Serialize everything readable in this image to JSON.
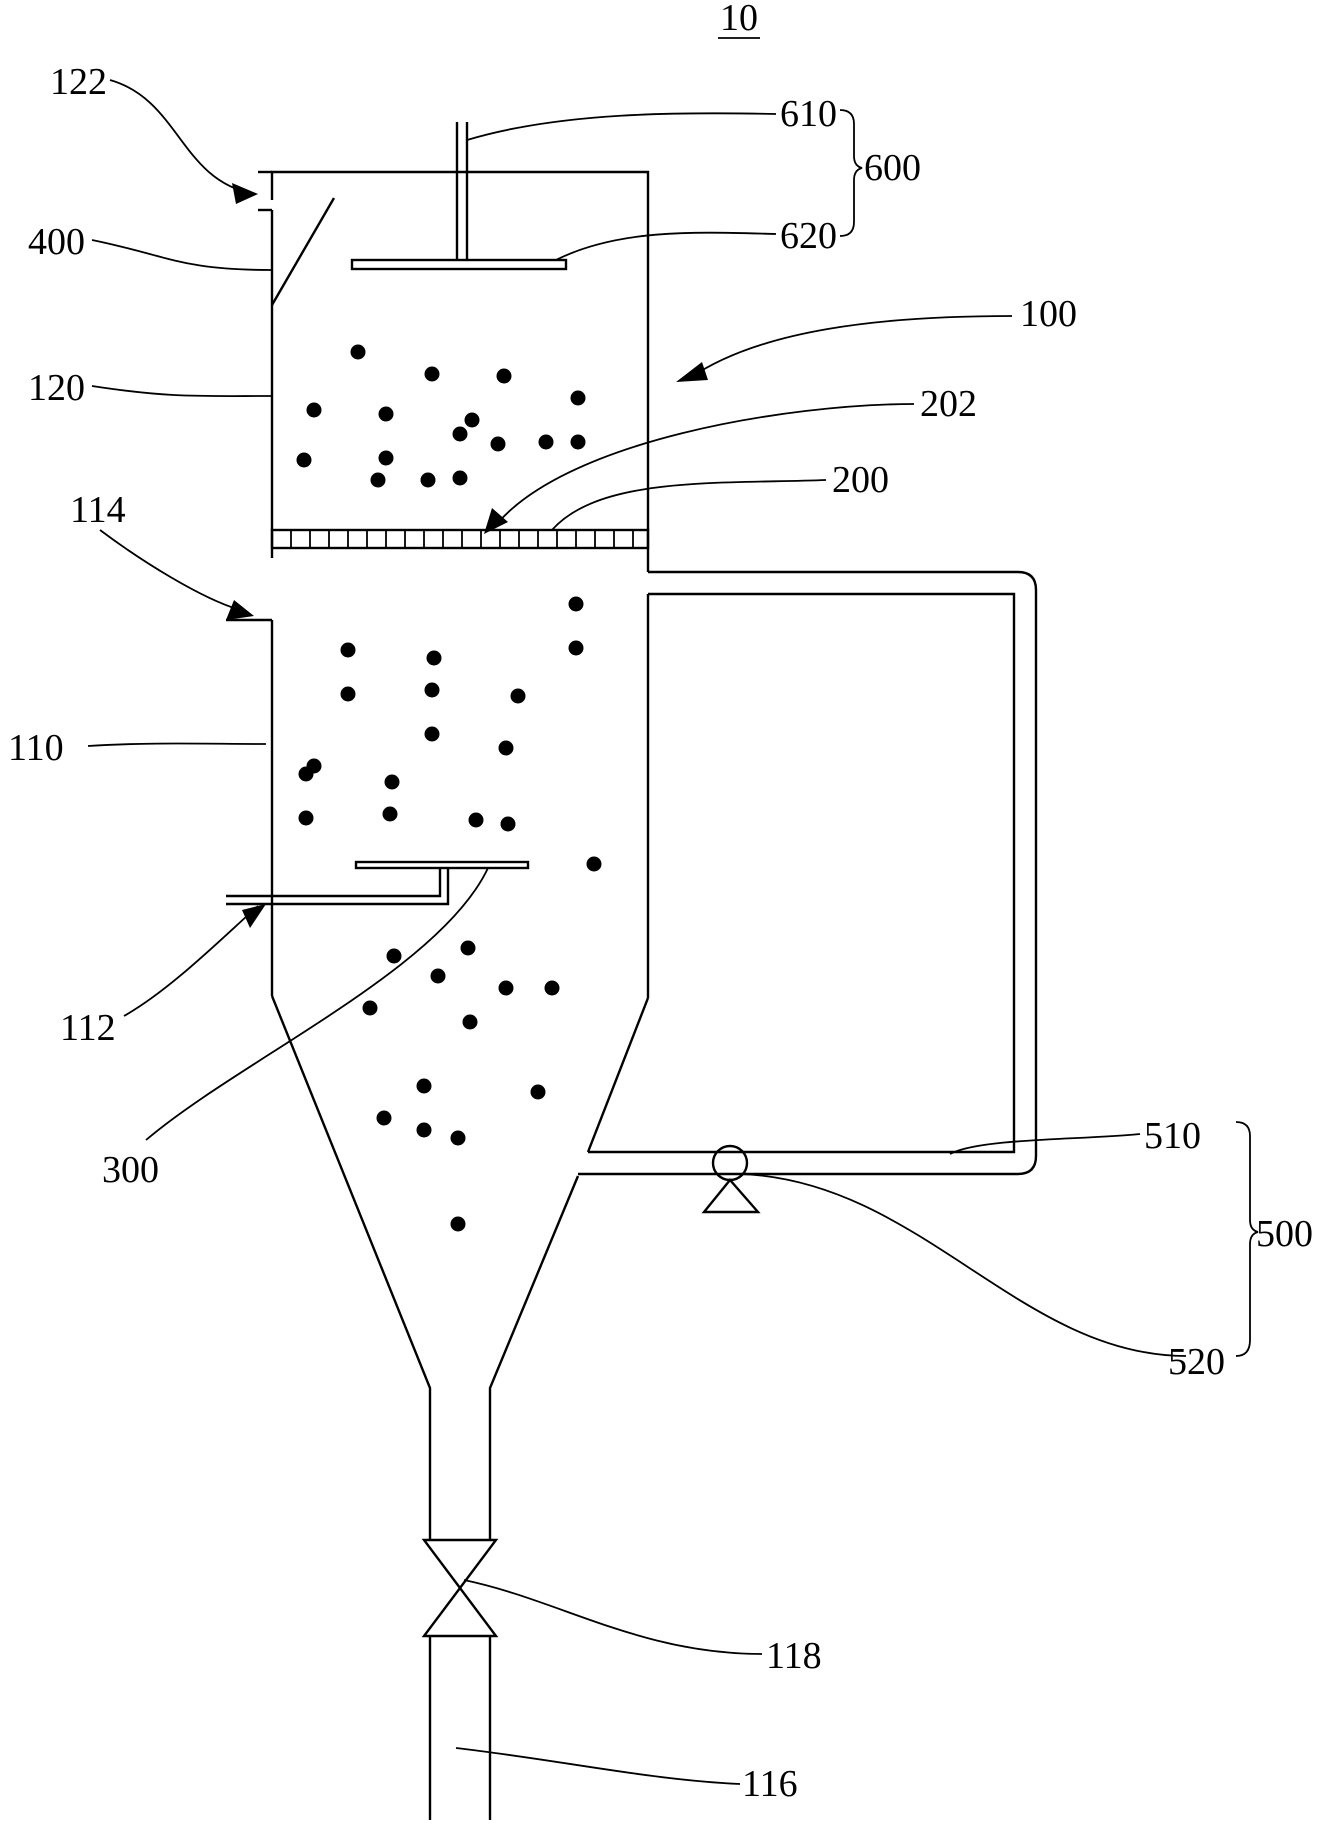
{
  "figure_number": "10",
  "labels": {
    "l610": "610",
    "l600": "600",
    "l620": "620",
    "l122": "122",
    "l400": "400",
    "l120": "120",
    "l100": "100",
    "l202": "202",
    "l200": "200",
    "l114": "114",
    "l110": "110",
    "l112": "112",
    "l300": "300",
    "l510": "510",
    "l500": "500",
    "l520": "520",
    "l118": "118",
    "l116": "116"
  }
}
